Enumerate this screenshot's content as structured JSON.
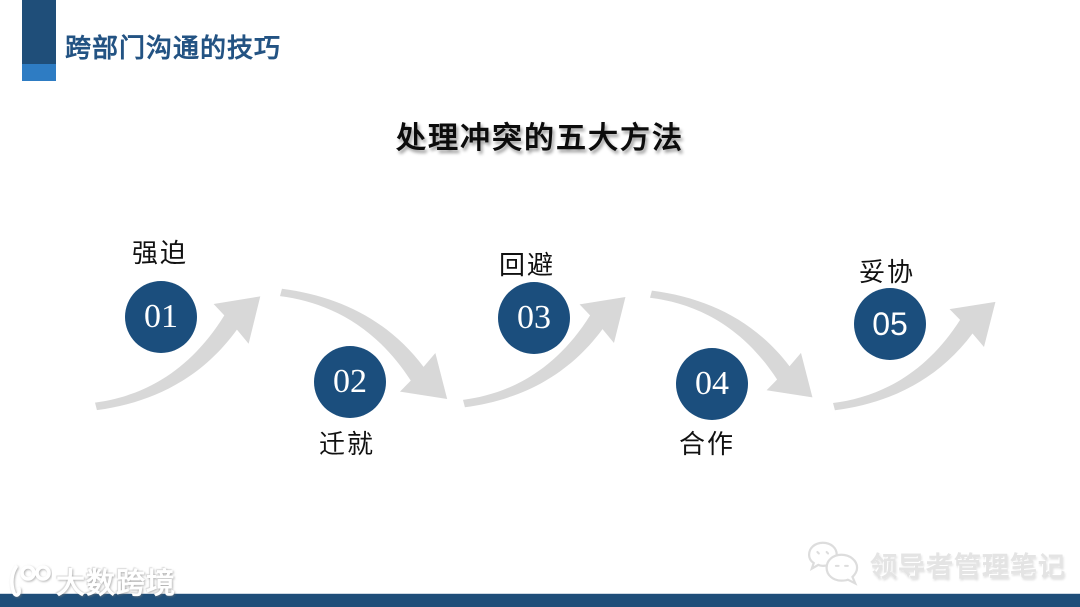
{
  "header": {
    "title": "跨部门沟通的技巧"
  },
  "main_title": "处理冲突的五大方法",
  "methods": [
    {
      "number": "01",
      "label": "强迫"
    },
    {
      "number": "02",
      "label": "迁就"
    },
    {
      "number": "03",
      "label": "回避"
    },
    {
      "number": "04",
      "label": "合作"
    },
    {
      "number": "05",
      "label": "妥协"
    }
  ],
  "watermarks": {
    "bottom_left_text": "大数跨境",
    "bottom_left_logo": "hundred-logo-icon",
    "bottom_right_text": "领导者管理笔记",
    "bottom_right_icon": "chat-bubbles-icon"
  },
  "colors": {
    "circle_blue": "#1B4E7D",
    "header_title_blue": "#235383",
    "accent_dark_blue": "#1F4E79",
    "accent_light_blue": "#2E7CC3",
    "arrow_gray": "#D8D8D8",
    "footer_bar_blue": "#1F4E79"
  }
}
